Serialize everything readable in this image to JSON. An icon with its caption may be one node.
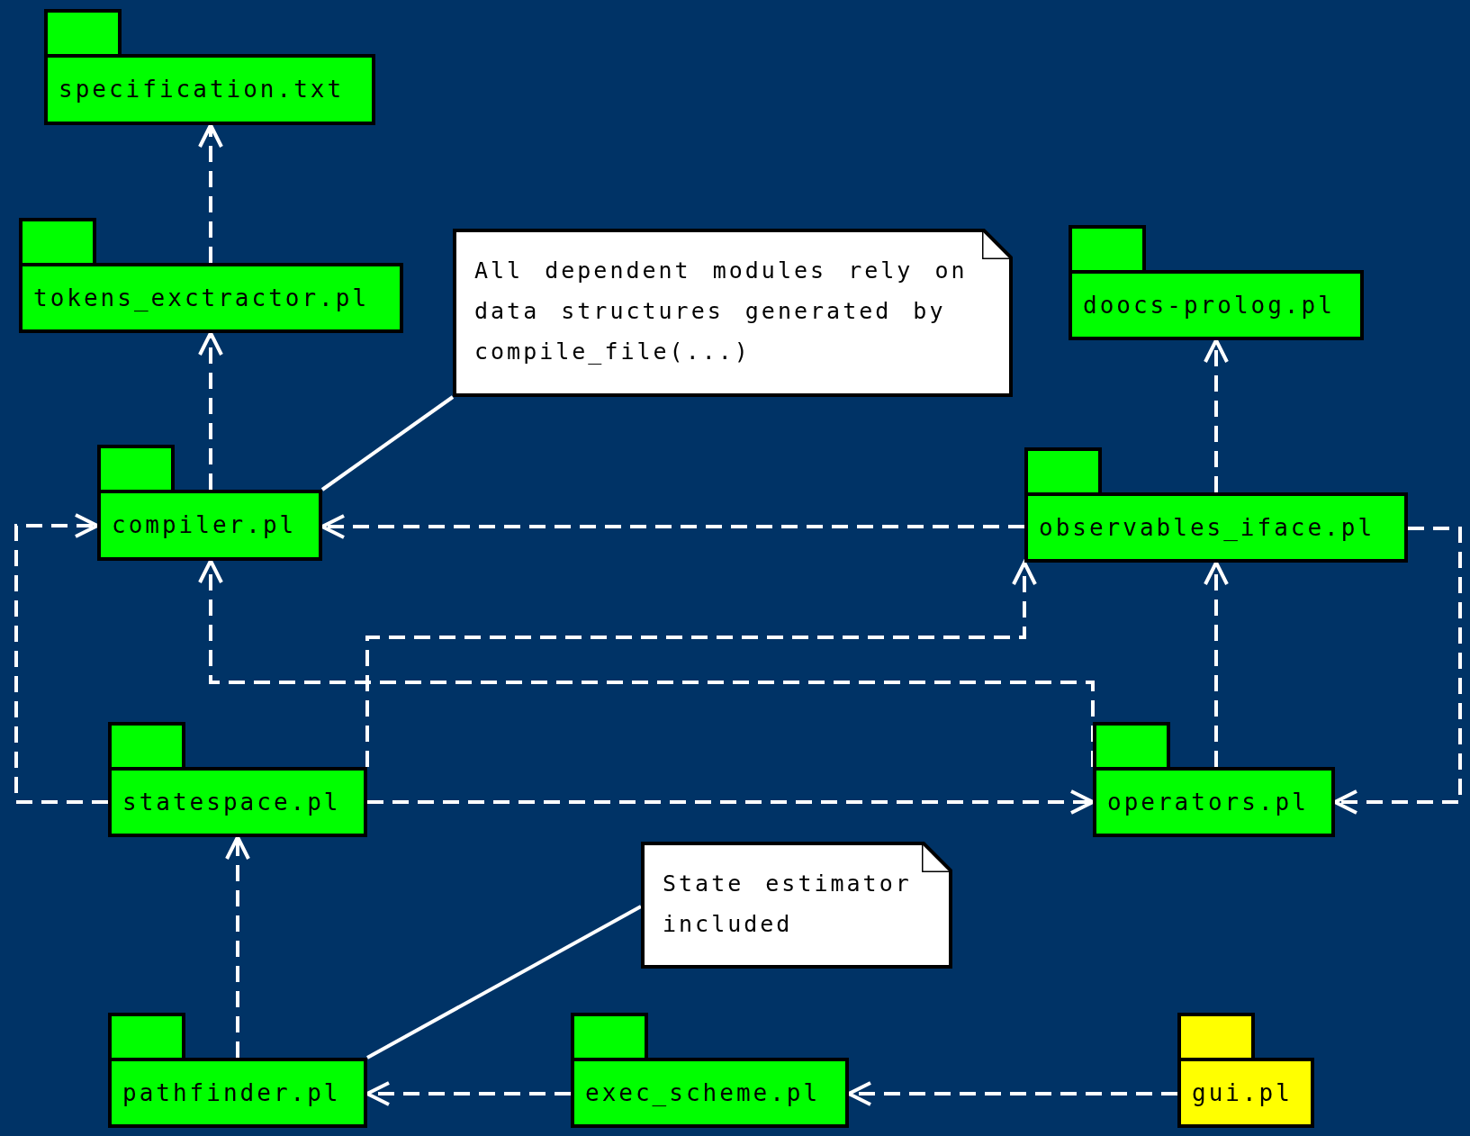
{
  "diagram": {
    "nodes": [
      {
        "text": [
          "specification.txt"
        ]
      },
      {
        "text": [
          "tokens_exctractor.pl"
        ]
      },
      {
        "text": [
          "compiler.pl"
        ]
      },
      {
        "text": [
          "All dependent modules rely on data structures generated by compile_file(...)"
        ]
      },
      {
        "text": [
          "doocs-prolog.pl"
        ]
      },
      {
        "text": [
          "observables_iface.pl"
        ]
      },
      {
        "text": [
          "statespace.pl"
        ]
      },
      {
        "text": [
          "operators.pl"
        ]
      },
      {
        "text": [
          "State estimator included"
        ]
      },
      {
        "text": [
          "pathfinder.pl"
        ]
      },
      {
        "text": [
          "exec_scheme.pl"
        ]
      },
      {
        "text": [
          "gui.pl"
        ]
      }
    ],
    "edges": [
      {
        "from": 1,
        "to": 0,
        "arrow": "to",
        "style": "dashed"
      },
      {
        "from": 2,
        "to": 1,
        "arrow": "to",
        "style": "dashed"
      },
      {
        "from": 3,
        "to": 2,
        "arrow": "none"
      },
      {
        "from": 5,
        "to": 4,
        "arrow": "to",
        "style": "dashed"
      },
      {
        "from": 5,
        "to": 2,
        "arrow": "to",
        "style": "dashed"
      },
      {
        "from": 5,
        "to": 7,
        "arrow": "to",
        "style": "dashed"
      },
      {
        "from": 6,
        "to": 2,
        "arrow": "to",
        "style": "dashed"
      },
      {
        "from": 6,
        "to": 7,
        "arrow": "to",
        "style": "dashed"
      },
      {
        "from": 6,
        "to": 5,
        "arrow": "to",
        "style": "dashed"
      },
      {
        "from": 7,
        "to": 2,
        "arrow": "to",
        "style": "dashed"
      },
      {
        "from": 7,
        "to": 5,
        "arrow": "to",
        "style": "dashed"
      },
      {
        "from": 9,
        "to": 6,
        "arrow": "to",
        "style": "dashed"
      },
      {
        "from": 8,
        "to": 9,
        "arrow": "none"
      },
      {
        "from": 10,
        "to": 9,
        "arrow": "to",
        "style": "dashed"
      },
      {
        "from": 11,
        "to": 10,
        "arrow": "to",
        "style": "dashed"
      }
    ]
  }
}
